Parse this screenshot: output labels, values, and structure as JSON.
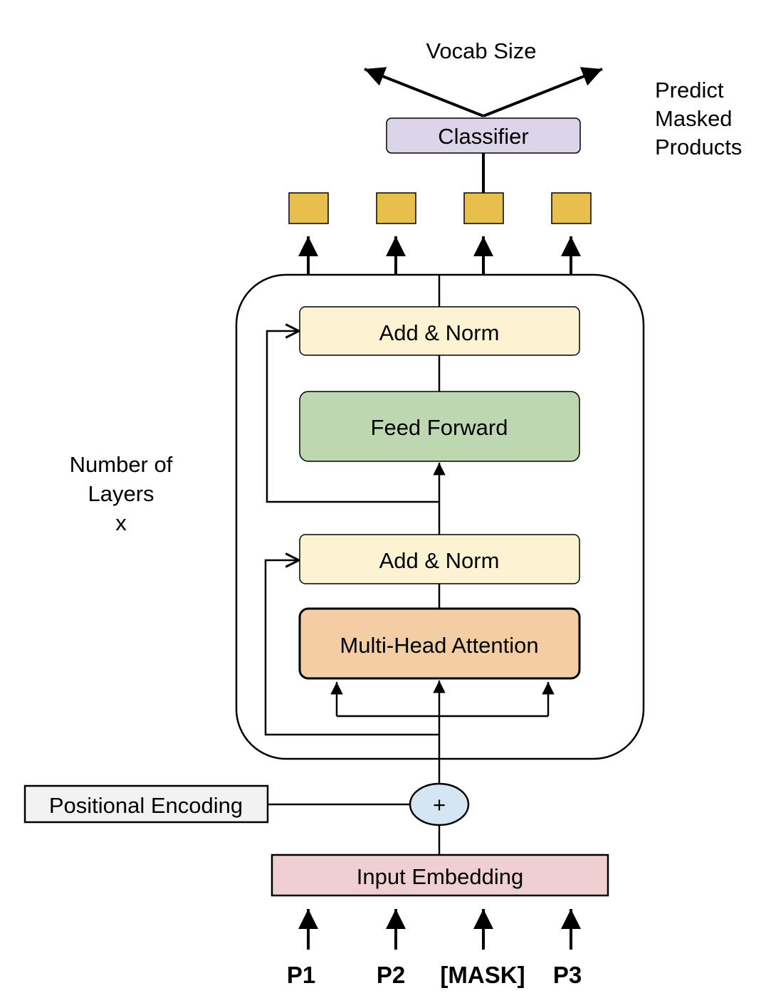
{
  "title": "Vocab Size",
  "side_note": {
    "line1": "Predict",
    "line2": "Masked",
    "line3": "Products"
  },
  "layers_note": {
    "line1": "Number of",
    "line2": "Layers",
    "line3": "x"
  },
  "blocks": {
    "classifier": "Classifier",
    "add_norm_top": "Add & Norm",
    "feed_forward": "Feed Forward",
    "add_norm_bottom": "Add & Norm",
    "attention": "Multi-Head Attention",
    "positional_encoding": "Positional Encoding",
    "plus": "+",
    "input_embedding": "Input Embedding"
  },
  "inputs": [
    "P1",
    "P2",
    "[MASK]",
    "P3"
  ],
  "colors": {
    "classifier": "#dcd5ea",
    "add_norm": "#fdf3d3",
    "feed_forward": "#bdd7b0",
    "attention": "#f3cda3",
    "output_token": "#e8bf4d",
    "plus_node": "#d6e5f3",
    "positional_encoding": "#f2f2f2",
    "input_embedding": "#f0cfd0"
  }
}
